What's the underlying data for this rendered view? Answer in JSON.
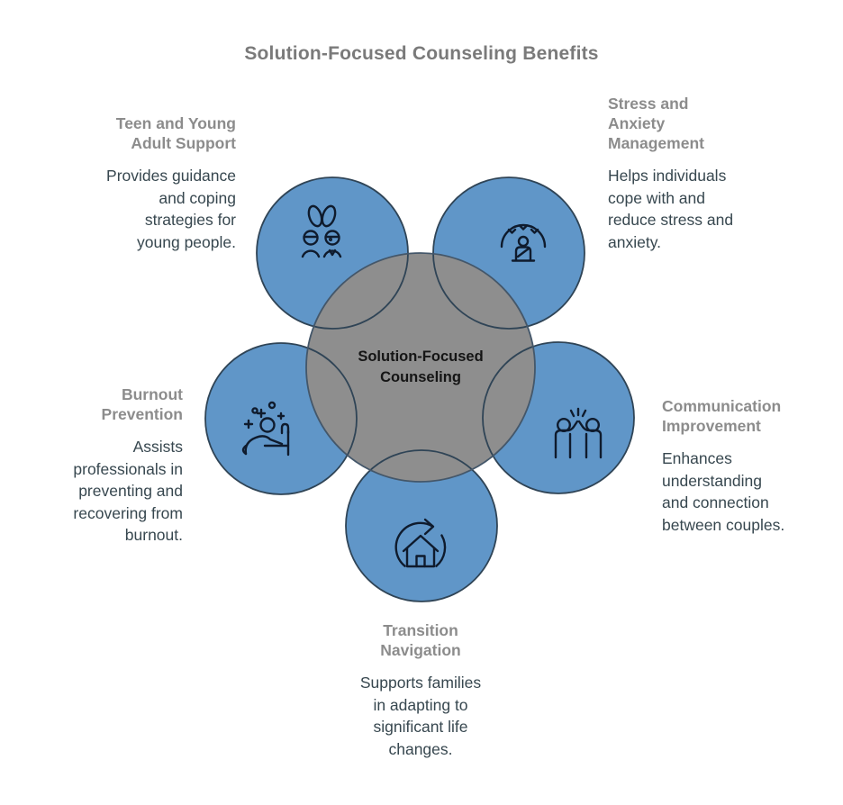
{
  "title": "Solution-Focused Counseling Benefits",
  "center": {
    "label_lines": [
      "Solution-Focused",
      "Counseling"
    ]
  },
  "colors": {
    "circle_blue": "#6096C8",
    "circle_gray": "#8E8E8E",
    "circle_stroke": "#2F4456",
    "icon_stroke": "#0F1B2D",
    "title_text": "#7A7A7A",
    "heading_text": "#8C8C8C",
    "body_text": "#37474F",
    "background": "#FFFFFF"
  },
  "benefits": [
    {
      "id": "teen-and-young-adult-support",
      "icon": "two-people-icon",
      "heading_lines": [
        "Teen and Young",
        "Adult Support"
      ],
      "body_lines": [
        "Provides guidance",
        "and coping",
        "strategies for",
        "young people."
      ]
    },
    {
      "id": "stress-and-anxiety-management",
      "icon": "meditating-person-icon",
      "heading_lines": [
        "Stress and",
        "Anxiety",
        "Management"
      ],
      "body_lines": [
        "Helps individuals",
        "cope with and",
        "reduce stress and",
        "anxiety."
      ]
    },
    {
      "id": "burnout-prevention",
      "icon": "slumped-person-sparkles-icon",
      "heading_lines": [
        "Burnout",
        "Prevention"
      ],
      "body_lines": [
        "Assists",
        "professionals in",
        "preventing and",
        "recovering from",
        "burnout."
      ]
    },
    {
      "id": "communication-improvement",
      "icon": "high-five-icon",
      "heading_lines": [
        "Communication",
        "Improvement"
      ],
      "body_lines": [
        "Enhances",
        "understanding",
        "and connection",
        "between couples."
      ]
    },
    {
      "id": "transition-navigation",
      "icon": "house-refresh-arrow-icon",
      "heading_lines": [
        "Transition",
        "Navigation"
      ],
      "body_lines": [
        "Supports families",
        "in adapting to",
        "significant life",
        "changes."
      ]
    }
  ]
}
